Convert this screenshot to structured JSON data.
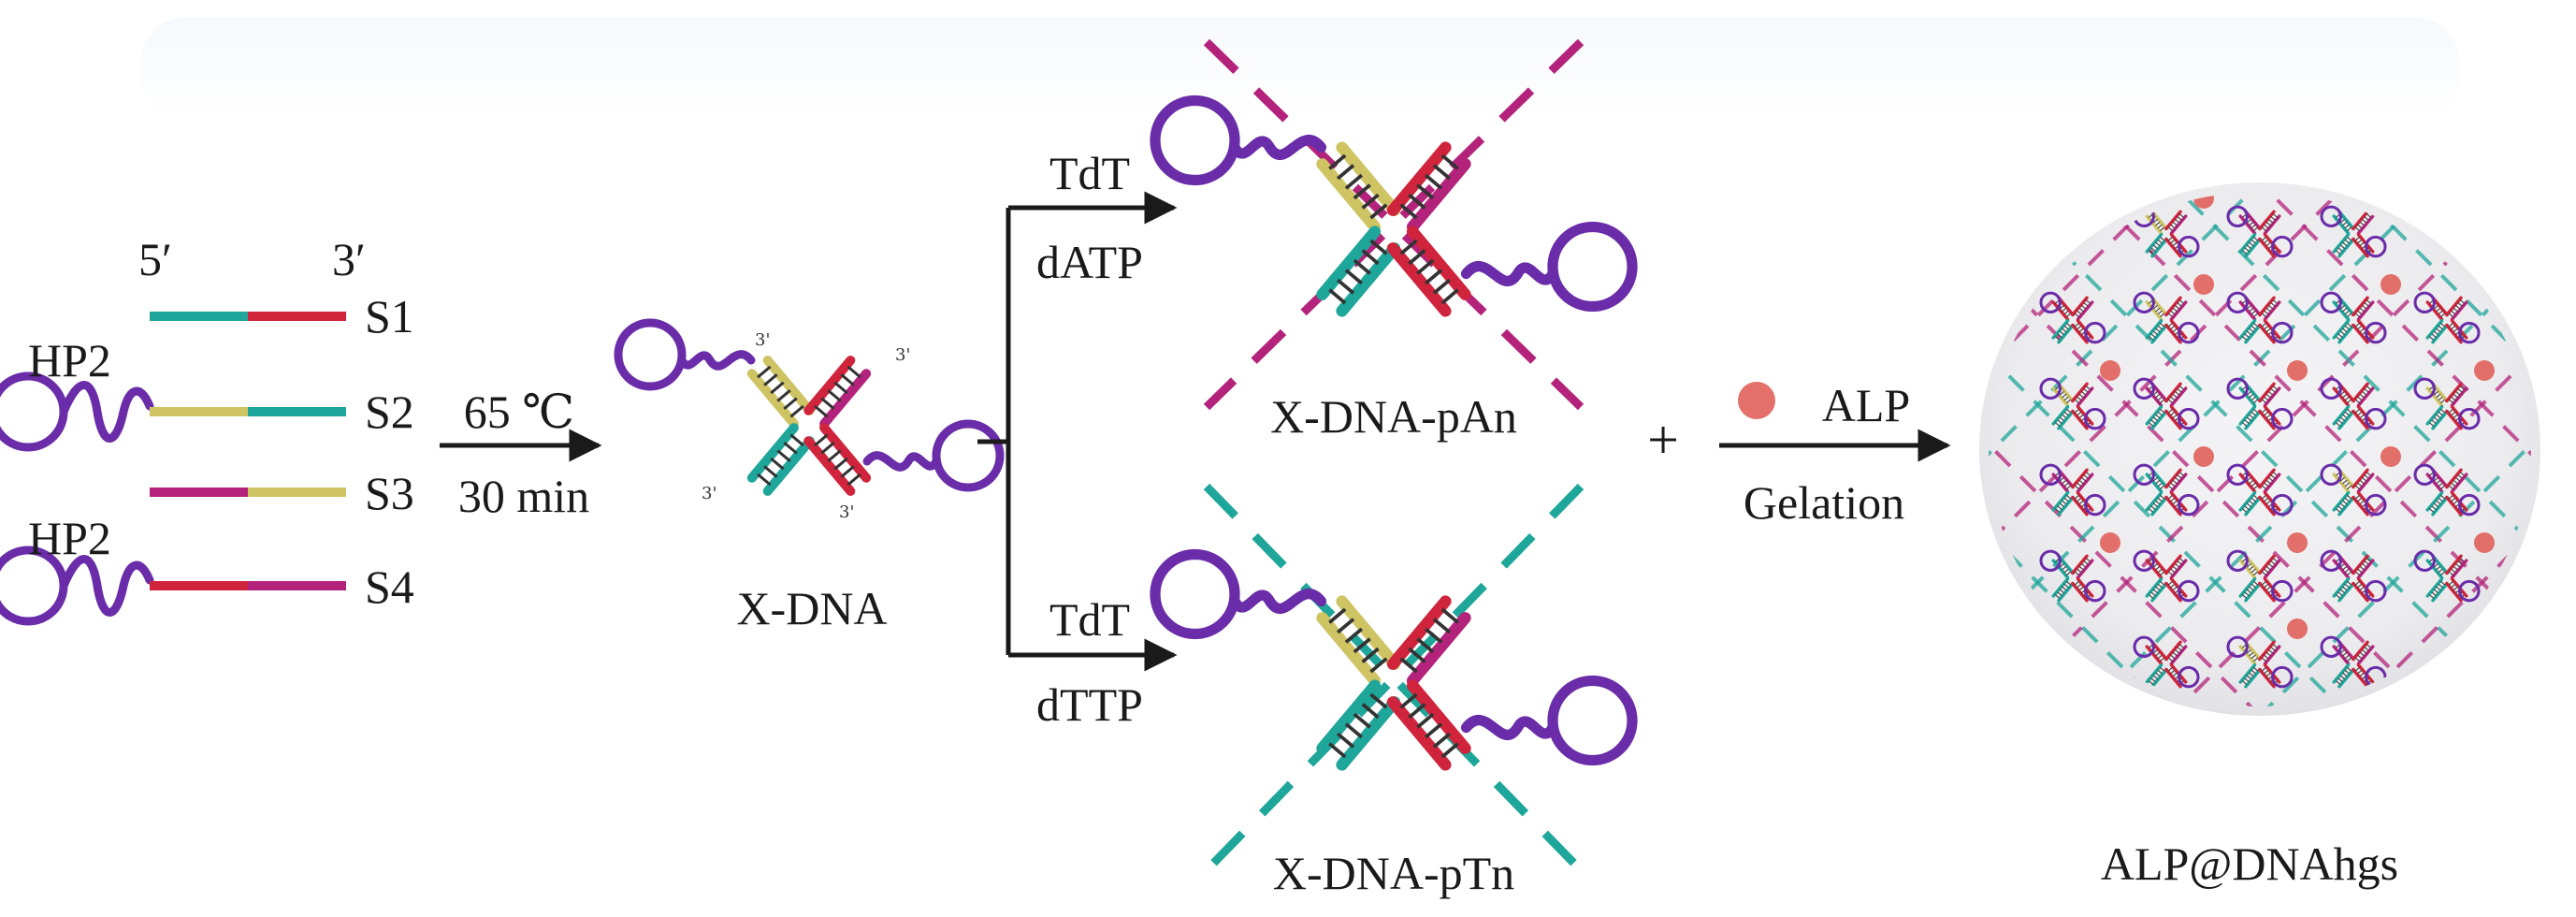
{
  "labels": {
    "five_prime": "5′",
    "three_prime": "3′",
    "hp2": "HP2",
    "s1": "S1",
    "s2": "S2",
    "s3": "S3",
    "s4": "S4",
    "temp": "65 ℃",
    "time": "30 min",
    "xdna": "X-DNA",
    "tdt": "TdT",
    "datp": "dATP",
    "dttp": "dTTP",
    "xdna_pan": "X-DNA-pAn",
    "xdna_ptn": "X-DNA-pTn",
    "plus": "+",
    "alp": "ALP",
    "gelation": "Gelation",
    "product": "ALP@DNAhgs",
    "end_mark": "3'"
  },
  "colors": {
    "teal": "#1fa69a",
    "red": "#d0243c",
    "yellow": "#cfc463",
    "magenta": "#b4237b",
    "purple": "#6a2ca8",
    "alp_dot": "#e0605a",
    "arrow": "#1a1a1a"
  }
}
